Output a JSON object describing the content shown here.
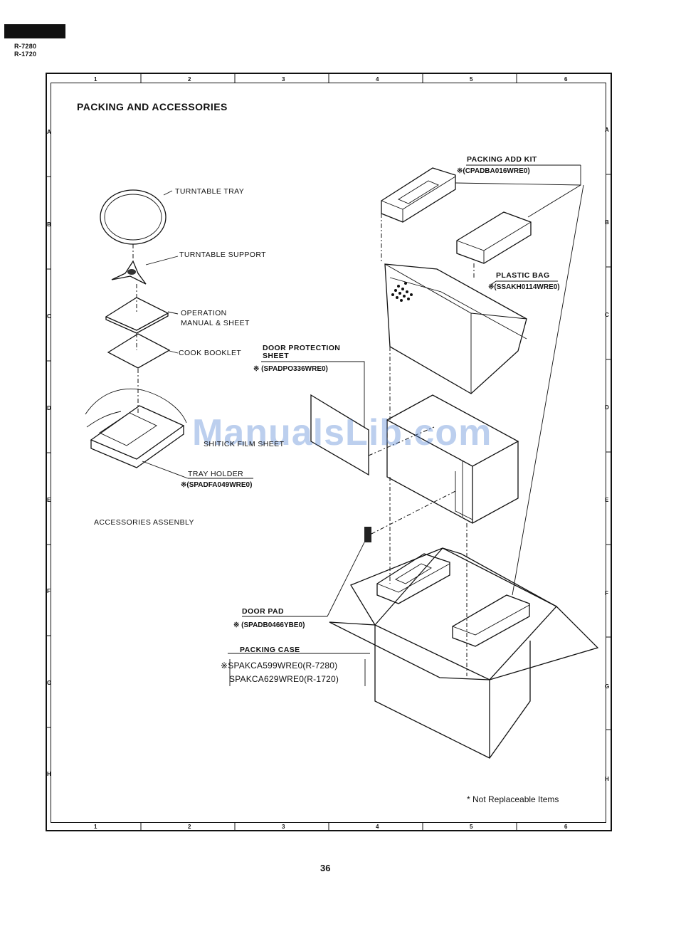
{
  "header": {
    "model_1": "R-7280",
    "model_2": "R-1720"
  },
  "grid": {
    "columns": [
      "1",
      "2",
      "3",
      "4",
      "5",
      "6"
    ],
    "rows": [
      "A",
      "B",
      "C",
      "D",
      "E",
      "F",
      "G",
      "H"
    ]
  },
  "title": "PACKING AND ACCESSORIES",
  "accessories": {
    "turntable_tray": "TURNTABLE TRAY",
    "turntable_support": "TURNTABLE SUPPORT",
    "operation_manual_1": "OPERATION",
    "operation_manual_2": "MANUAL & SHEET",
    "cook_booklet": "COOK BOOKLET",
    "film_sheet": "SHITICK FILM SHEET",
    "tray_holder": "TRAY HOLDER",
    "tray_holder_code": "※(SPADFA049WRE0)",
    "assembly_label": "ACCESSORIES ASSENBLY"
  },
  "packing": {
    "add_kit_label": "PACKING ADD KIT",
    "add_kit_code": "※(CPADBA016WRE0)",
    "plastic_bag_label": "PLASTIC BAG",
    "plastic_bag_code": "※(SSAKH0114WRE0)",
    "door_protection_1": "DOOR PROTECTION",
    "door_protection_2": "SHEET",
    "door_protection_code": "※ (SPADPO336WRE0)",
    "door_pad_label": "DOOR PAD",
    "door_pad_code": "※ (SPADB0466YBE0)",
    "packing_case_label": "PACKING CASE",
    "packing_case_code_1": "※SPAKCA599WRE0(R-7280)",
    "packing_case_code_2": "SPAKCA629WRE0(R-1720)"
  },
  "note": "* Not Replaceable Items",
  "page_number": "36",
  "watermark": "ManualsLib.com"
}
